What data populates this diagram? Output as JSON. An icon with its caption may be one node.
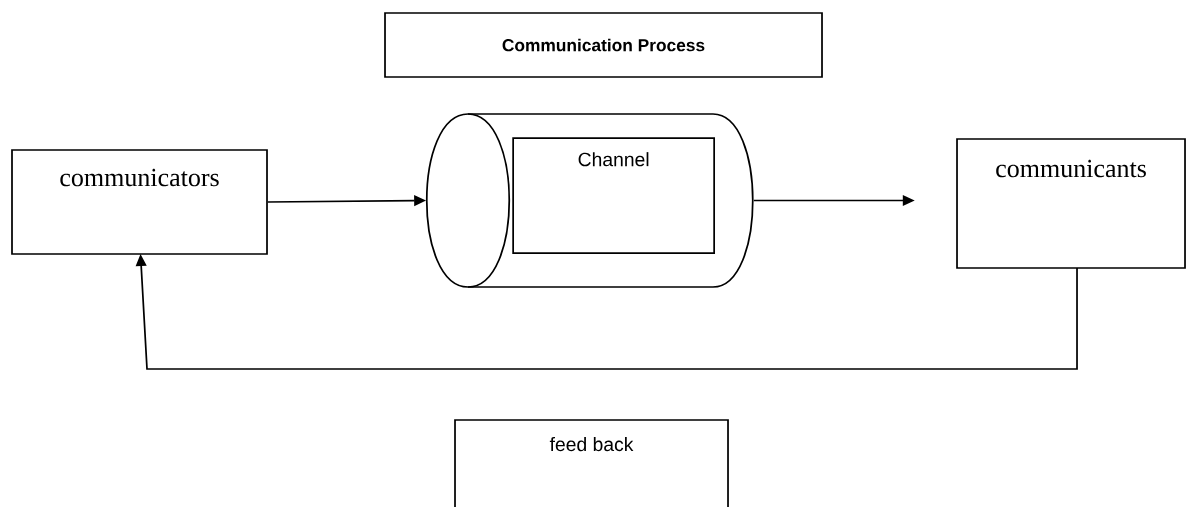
{
  "diagram": {
    "nodes": [
      {
        "text": [
          "Communication Process"
        ]
      },
      {
        "text": [
          "communicators"
        ]
      },
      {
        "text": [],
        "shape": "cylinder"
      },
      {
        "text": [
          "Channel"
        ],
        "in": 2
      },
      {
        "text": [
          "communicants"
        ]
      },
      {
        "text": [
          "feed back"
        ]
      }
    ],
    "edges": [
      {
        "from": 1,
        "to": 2,
        "arrow": "to"
      },
      {
        "from": 2,
        "to": 4,
        "arrow": "to"
      },
      {
        "from": 4,
        "to": 1,
        "arrow": "to"
      }
    ]
  }
}
